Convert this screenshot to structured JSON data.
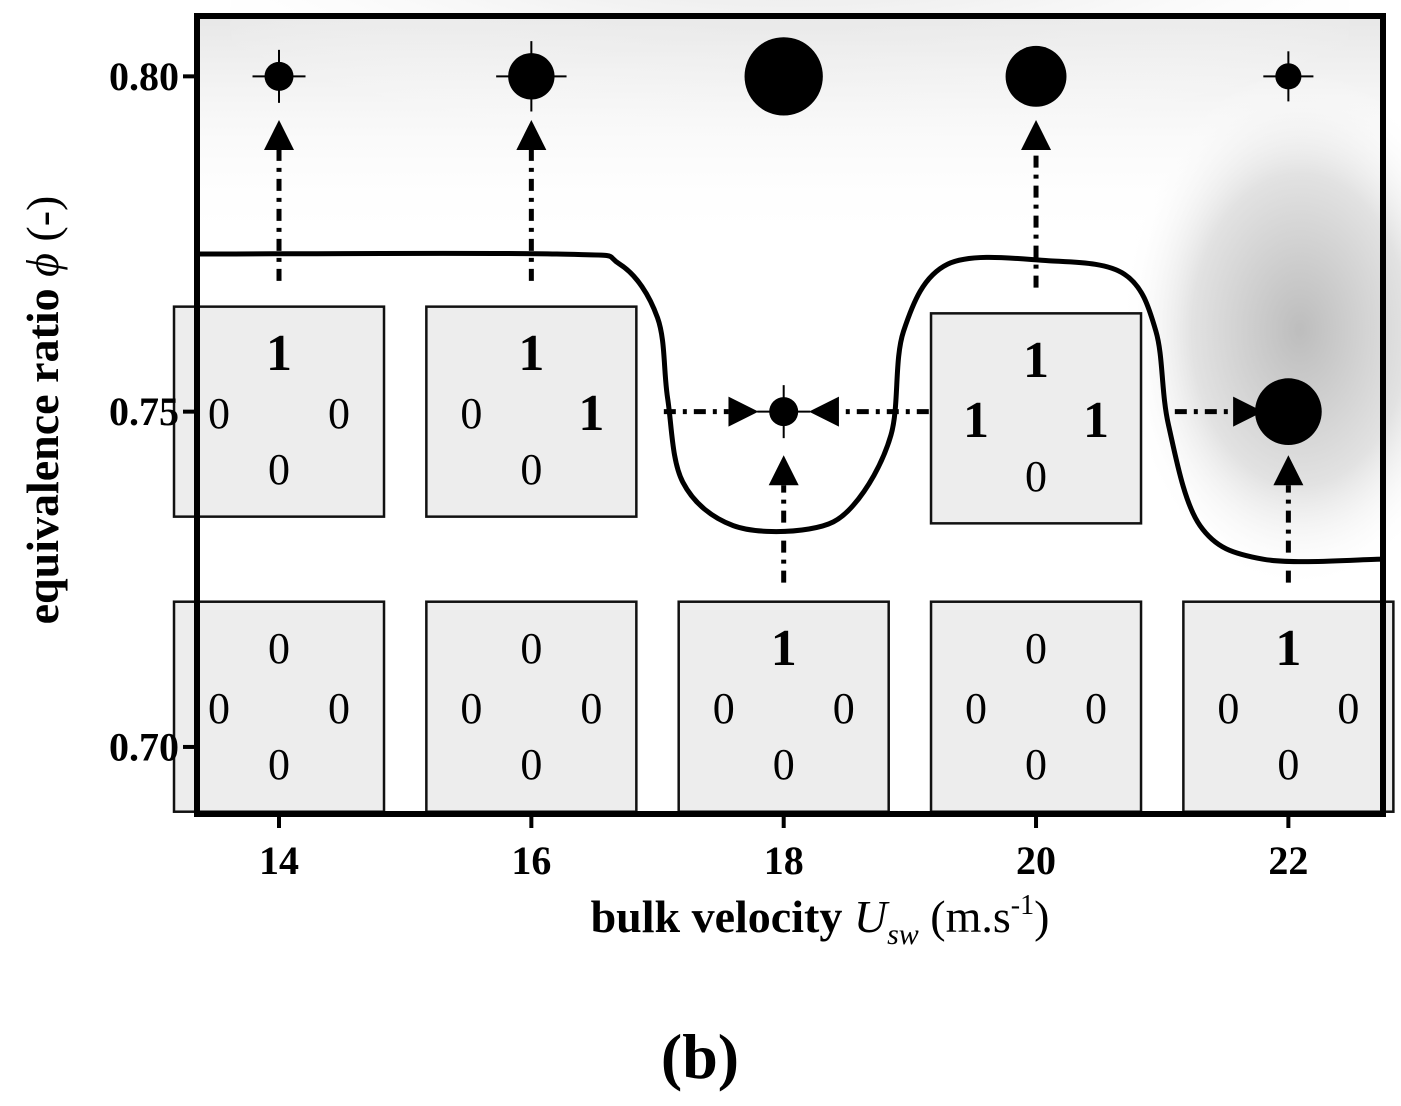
{
  "chart_data": {
    "type": "scatter",
    "panel_label": "(b)",
    "ylabel": "equivalence ratio",
    "ylabel_symbol": "ϕ",
    "ylabel_unit": "(-)",
    "xlabel": "bulk velocity",
    "xlabel_symbol": "U",
    "xlabel_subscript": "sw",
    "xlabel_unit": "(m.s",
    "xlabel_unit_sup": "-1",
    "xlabel_unit_close": ")",
    "xlim": [
      13.35,
      22.75
    ],
    "ylim": [
      0.69,
      0.809
    ],
    "x_ticks": [
      {
        "value": 14,
        "label": "14"
      },
      {
        "value": 16,
        "label": "16"
      },
      {
        "value": 18,
        "label": "18"
      },
      {
        "value": 20,
        "label": "20"
      },
      {
        "value": 22,
        "label": "22"
      }
    ],
    "y_ticks": [
      {
        "value": 0.8,
        "label": "0.80"
      },
      {
        "value": 0.75,
        "label": "0.75"
      },
      {
        "value": 0.7,
        "label": "0.70"
      }
    ],
    "points": [
      {
        "x": 14,
        "y": 0.8,
        "size": 0.5,
        "crosshair": true
      },
      {
        "x": 16,
        "y": 0.8,
        "size": 0.8,
        "crosshair": true
      },
      {
        "x": 18,
        "y": 0.8,
        "size": 1.35,
        "crosshair": false
      },
      {
        "x": 20,
        "y": 0.8,
        "size": 1.05,
        "crosshair": false
      },
      {
        "x": 22,
        "y": 0.8,
        "size": 0.45,
        "crosshair": true
      },
      {
        "x": 18,
        "y": 0.75,
        "size": 0.5,
        "crosshair": true
      },
      {
        "x": 22,
        "y": 0.75,
        "size": 1.15,
        "crosshair": false
      }
    ],
    "boundary_curve": [
      [
        13.35,
        0.7735
      ],
      [
        16.2,
        0.7735
      ],
      [
        16.7,
        0.772
      ],
      [
        17.0,
        0.764
      ],
      [
        17.08,
        0.752
      ],
      [
        17.2,
        0.7395
      ],
      [
        17.6,
        0.733
      ],
      [
        18.2,
        0.7325
      ],
      [
        18.55,
        0.736
      ],
      [
        18.85,
        0.7465
      ],
      [
        18.95,
        0.762
      ],
      [
        19.3,
        0.772
      ],
      [
        20.1,
        0.7725
      ],
      [
        20.7,
        0.7705
      ],
      [
        20.95,
        0.762
      ],
      [
        21.05,
        0.748
      ],
      [
        21.3,
        0.733
      ],
      [
        21.8,
        0.728
      ],
      [
        22.75,
        0.728
      ]
    ],
    "mode_boxes": [
      {
        "x": 14,
        "y": 0.75,
        "top": "1",
        "left": "0",
        "right": "0",
        "bottom": "0"
      },
      {
        "x": 16,
        "y": 0.75,
        "top": "1",
        "left": "0",
        "right": "1",
        "bottom": "0"
      },
      {
        "x": 20,
        "y": 0.749,
        "top": "1",
        "left": "1",
        "right": "1",
        "bottom": "0"
      },
      {
        "x": 14,
        "y": 0.706,
        "top": "0",
        "left": "0",
        "right": "0",
        "bottom": "0"
      },
      {
        "x": 16,
        "y": 0.706,
        "top": "0",
        "left": "0",
        "right": "0",
        "bottom": "0"
      },
      {
        "x": 18,
        "y": 0.706,
        "top": "1",
        "left": "0",
        "right": "0",
        "bottom": "0"
      },
      {
        "x": 20,
        "y": 0.706,
        "top": "0",
        "left": "0",
        "right": "0",
        "bottom": "0"
      },
      {
        "x": 22,
        "y": 0.706,
        "top": "1",
        "left": "0",
        "right": "0",
        "bottom": "0"
      }
    ],
    "arrows": [
      {
        "from": [
          14,
          0.7695
        ],
        "to": [
          14,
          0.7935
        ]
      },
      {
        "from": [
          16,
          0.7695
        ],
        "to": [
          16,
          0.7935
        ]
      },
      {
        "from": [
          20,
          0.7685
        ],
        "to": [
          20,
          0.7935
        ]
      },
      {
        "from": [
          18,
          0.7245
        ],
        "to": [
          18,
          0.7435
        ]
      },
      {
        "from": [
          22,
          0.7245
        ],
        "to": [
          22,
          0.7435
        ]
      },
      {
        "from": [
          17.05,
          0.75
        ],
        "to": [
          17.8,
          0.75
        ]
      },
      {
        "from": [
          19.15,
          0.75
        ],
        "to": [
          18.2,
          0.75
        ]
      },
      {
        "from": [
          21.1,
          0.75
        ],
        "to": [
          21.8,
          0.75
        ]
      }
    ],
    "shading": "gray gradient concentrated in the upper region and near x=22, y=0.75"
  }
}
